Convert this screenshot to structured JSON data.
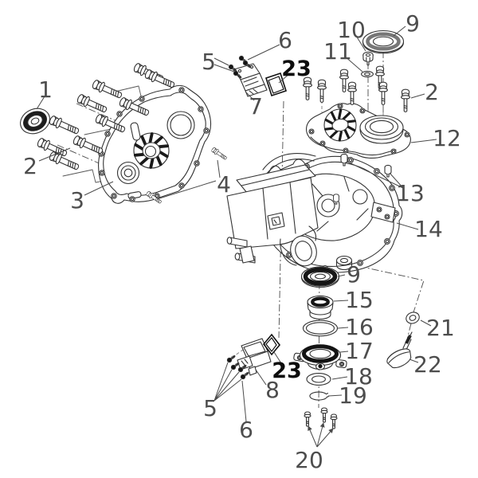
{
  "figure": {
    "type": "exploded-parts-diagram",
    "subject": "engine crankcase and cover assembly",
    "background_color": "#ffffff",
    "line_color": "#333333",
    "label_color": "#4d4d4d",
    "bold_label_color": "#0d0d0d"
  },
  "callouts": [
    {
      "label": "1",
      "part": "oil-seal"
    },
    {
      "label": "2",
      "part": "cover-bolt-group-left"
    },
    {
      "label": "3",
      "part": "side-cover-plate"
    },
    {
      "label": "4",
      "part": "plug-bolt-pair"
    },
    {
      "label": "5",
      "part": "switch-screws-top"
    },
    {
      "label": "6",
      "part": "switch-screw-top"
    },
    {
      "label": "7",
      "part": "switch-top"
    },
    {
      "label": "23",
      "part": "switch-gasket-top"
    },
    {
      "label": "9",
      "part": "seal-cap"
    },
    {
      "label": "10",
      "part": "flange-nut"
    },
    {
      "label": "11",
      "part": "washer"
    },
    {
      "label": "2",
      "part": "flange-bolt-right"
    },
    {
      "label": "12",
      "part": "pto-cover"
    },
    {
      "label": "13",
      "part": "stud-pair"
    },
    {
      "label": "14",
      "part": "crankcase-half"
    },
    {
      "label": "9",
      "part": "oil-seal-ring"
    },
    {
      "label": "15",
      "part": "bushing"
    },
    {
      "label": "16",
      "part": "o-ring"
    },
    {
      "label": "17",
      "part": "oil-pump-assembly"
    },
    {
      "label": "18",
      "part": "seal-washer"
    },
    {
      "label": "19",
      "part": "retaining-ring"
    },
    {
      "label": "20",
      "part": "mounting-bolt-trio"
    },
    {
      "label": "21",
      "part": "sealing-washer"
    },
    {
      "label": "22",
      "part": "oil-dipstick-plug"
    },
    {
      "label": "23",
      "part": "switch-gasket-bottom"
    },
    {
      "label": "8",
      "part": "switch-bottom"
    },
    {
      "label": "5",
      "part": "switch-screws-bottom"
    },
    {
      "label": "6",
      "part": "switch-screw-bottom"
    }
  ]
}
